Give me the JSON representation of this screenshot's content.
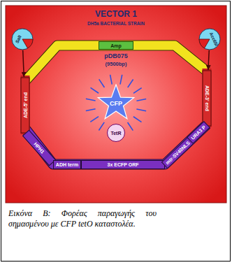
{
  "diagram": {
    "title": "VECTOR 1",
    "caption": "Εικόνα Β: Φορέας παραγωγής του σημασμένου με CFP tetO καταστολέα.",
    "nodes": [
      {
        "text": [
          "SalI"
        ]
      },
      {
        "text": [
          "Amp"
        ]
      },
      {
        "text": [
          "Acc65I"
        ]
      },
      {
        "text": [
          "ADE-5' end"
        ]
      },
      {
        "text": [
          "ADE-3' end"
        ]
      },
      {
        "text": [
          "CFP"
        ]
      },
      {
        "text": [
          "TetR"
        ]
      },
      {
        "text": [
          "HPH1"
        ]
      },
      {
        "text": [
          "ADH term"
        ]
      },
      {
        "text": [
          "3x ECFP ORF"
        ]
      },
      {
        "text": [
          "mtr-SV40NLS"
        ]
      },
      {
        "text": [
          "URA3 P"
        ]
      }
    ],
    "edges": [
      {
        "from": 0,
        "to": 3,
        "arrow": "to"
      },
      {
        "from": 2,
        "to": 4,
        "arrow": "to"
      }
    ],
    "labels": [
      "DH5a BACTERIAL STRAIN",
      "pDB075",
      "(9500bp)"
    ]
  }
}
